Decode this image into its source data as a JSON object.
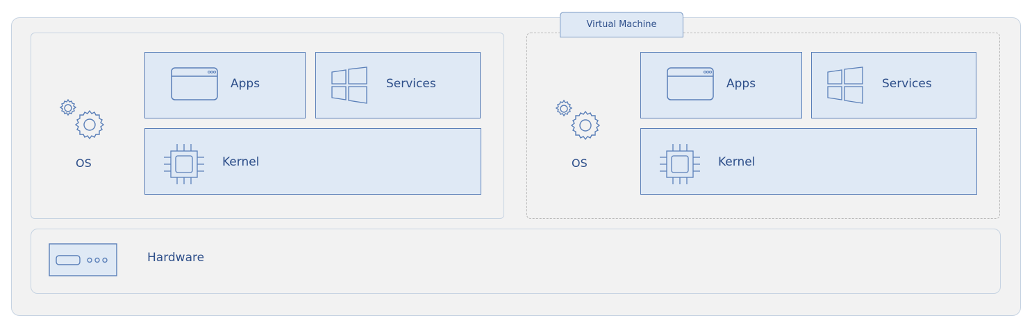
{
  "vm": {
    "tag": "Virtual Machine"
  },
  "host": {
    "os_label": "OS",
    "apps_label": "Apps",
    "services_label": "Services",
    "kernel_label": "Kernel"
  },
  "guest": {
    "os_label": "OS",
    "apps_label": "Apps",
    "services_label": "Services",
    "kernel_label": "Kernel"
  },
  "hardware": {
    "label": "Hardware"
  },
  "colors": {
    "stroke": "#5a7fb8",
    "fill": "#dfe9f5",
    "text": "#2e4f8a",
    "background": "#f2f2f2"
  },
  "icons": [
    "gears-icon",
    "app-window-icon",
    "windows-logo-icon",
    "chip-icon",
    "hardware-device-icon"
  ]
}
